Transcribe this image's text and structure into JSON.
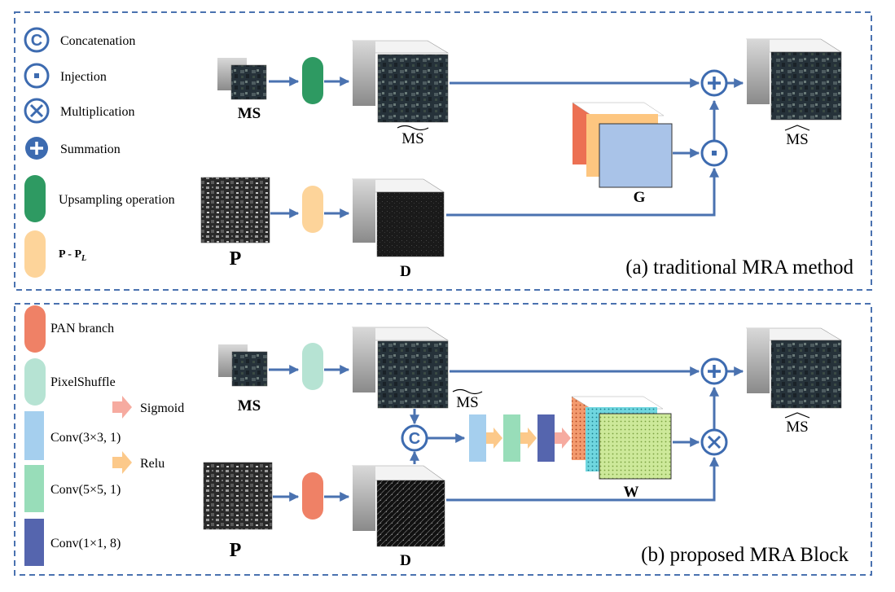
{
  "panel_a": {
    "legend": {
      "concatenation": "Concatenation",
      "injection": "Injection",
      "multiplication": "Multiplication",
      "summation": "Summation",
      "upsampling": "Upsampling operation",
      "p_minus_pl": "P - P",
      "p_minus_pl_sub": "L"
    },
    "labels": {
      "ms": "MS",
      "ms_tilde": "MS",
      "ms_hat": "MS",
      "d": "D",
      "g": "G",
      "p": "P"
    },
    "caption": "(a) traditional MRA method"
  },
  "panel_b": {
    "legend": {
      "pan_branch": "PAN branch",
      "pixelshuffle": "PixelShuffle",
      "sigmoid": "Sigmoid",
      "conv3": "Conv(3×3, 1)",
      "relu": "Relu",
      "conv5": "Conv(5×5, 1)",
      "conv1": "Conv(1×1, 8)"
    },
    "labels": {
      "ms": "MS",
      "ms_tilde": "MS",
      "ms_hat": "MS",
      "d": "D",
      "w": "W",
      "p": "P"
    },
    "caption": "(b) proposed MRA Block"
  },
  "colors": {
    "flow": "#4a72b0",
    "upsampling": "#2e9a62",
    "p_minus_pl": "#fdd49a",
    "pan_branch": "#ef8166",
    "pixelshuffle": "#b6e3d3",
    "conv3": "#a5cfee",
    "conv5": "#98ddb9",
    "conv1": "#5565ae",
    "sigmoid_arrow": "#f6aba0",
    "relu_arrow": "#fcc98a",
    "g_red": "#ec7053",
    "g_orange": "#fdc680",
    "g_blue": "#a9c3e8"
  }
}
